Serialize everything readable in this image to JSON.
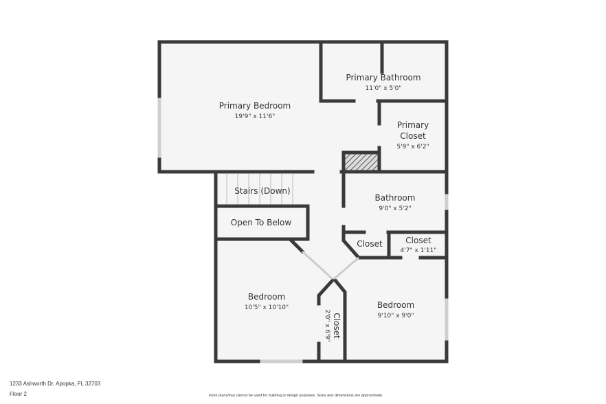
{
  "rooms": {
    "primary_bedroom": {
      "name": "Primary Bedroom",
      "size": "19'9\" x 11'6\""
    },
    "primary_bathroom": {
      "name": "Primary Bathroom",
      "size": "11'0\" x 5'0\""
    },
    "primary_closet": {
      "name_1": "Primary",
      "name_2": "Closet",
      "size": "5'9\" x 6'2\""
    },
    "stairs": {
      "name": "Stairs (Down)"
    },
    "open_to_below": {
      "name": "Open To Below"
    },
    "bathroom": {
      "name": "Bathroom",
      "size": "9'0\" x 5'2\""
    },
    "closet_small": {
      "name": "Closet"
    },
    "closet_right": {
      "name": "Closet",
      "size": "4'7\" x 1'11\""
    },
    "bedroom_left": {
      "name": "Bedroom",
      "size": "10'5\" x 10'10\""
    },
    "bedroom_right": {
      "name": "Bedroom",
      "size": "9'10\" x 9'0\""
    },
    "closet_vertical": {
      "name": "Closet",
      "size": "2'0\" x 6'9\""
    }
  },
  "footer": {
    "address": "1233 Ashworth Dr, Apopka, FL 32703",
    "floor": "Floor 2",
    "disclaimer": "Floor plans/tour cannot be used for building or design purposes. Sizes and dimensions are approximate."
  },
  "colors": {
    "wall": "#3a3a3a",
    "floor": "#f5f5f5"
  }
}
